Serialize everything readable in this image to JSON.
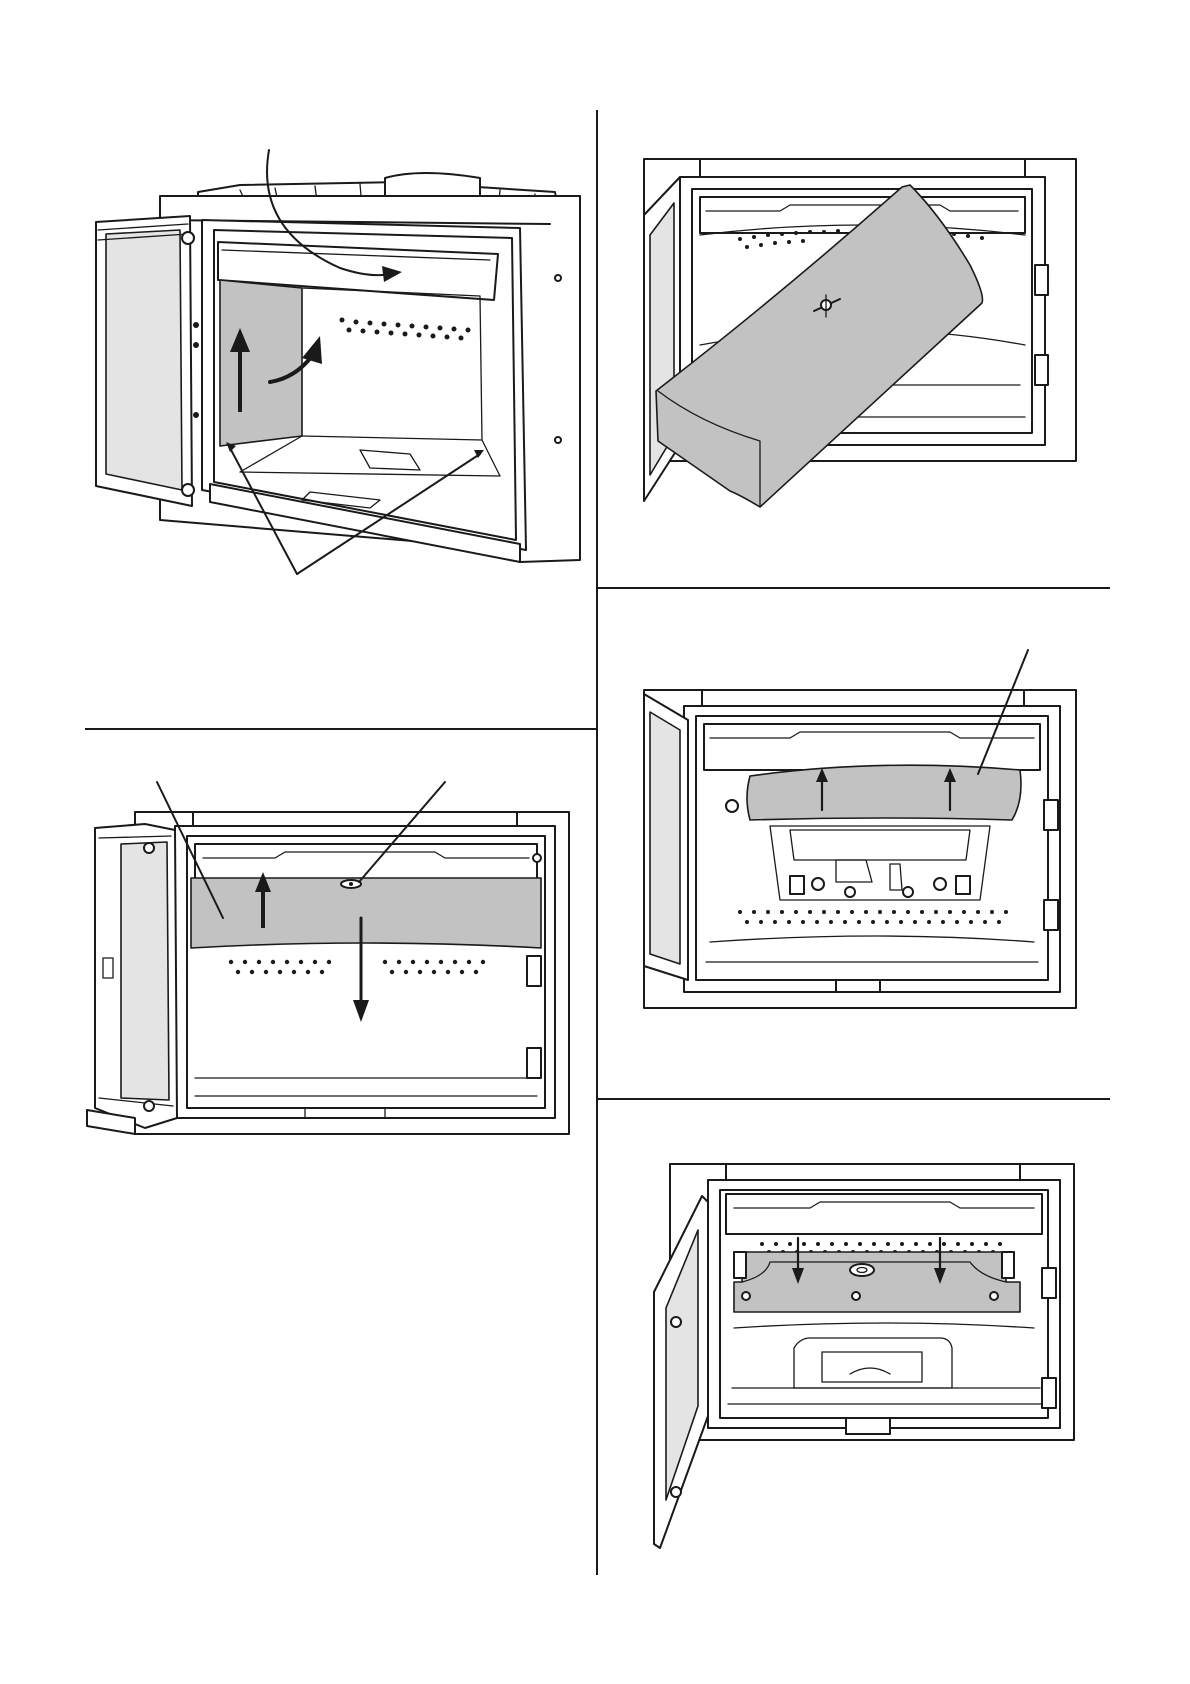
{
  "page": {
    "title": "",
    "colors": {
      "line": "#1a1a1a",
      "panel_fill": "#c2c2c2",
      "glass_fill": "#e4e4e4",
      "background": "#ffffff"
    }
  },
  "figures": [
    {
      "id": "fig-1",
      "caption": "",
      "icons": [
        "up-arrow-icon",
        "curved-arrow-icon",
        "pointer-line-icon"
      ]
    },
    {
      "id": "fig-2",
      "caption": "",
      "icons": [
        "tilted-baffle-plate",
        "wing-nut-icon"
      ]
    },
    {
      "id": "fig-3",
      "caption": "",
      "icons": [
        "up-arrow-icon",
        "down-arrow-icon",
        "pointer-line-icon",
        "wing-nut-icon"
      ]
    },
    {
      "id": "fig-4",
      "caption": "",
      "icons": [
        "up-arrow-icon",
        "pointer-line-icon"
      ]
    },
    {
      "id": "fig-5",
      "caption": "",
      "icons": [
        "down-arrow-icon",
        "wing-nut-icon"
      ]
    }
  ]
}
